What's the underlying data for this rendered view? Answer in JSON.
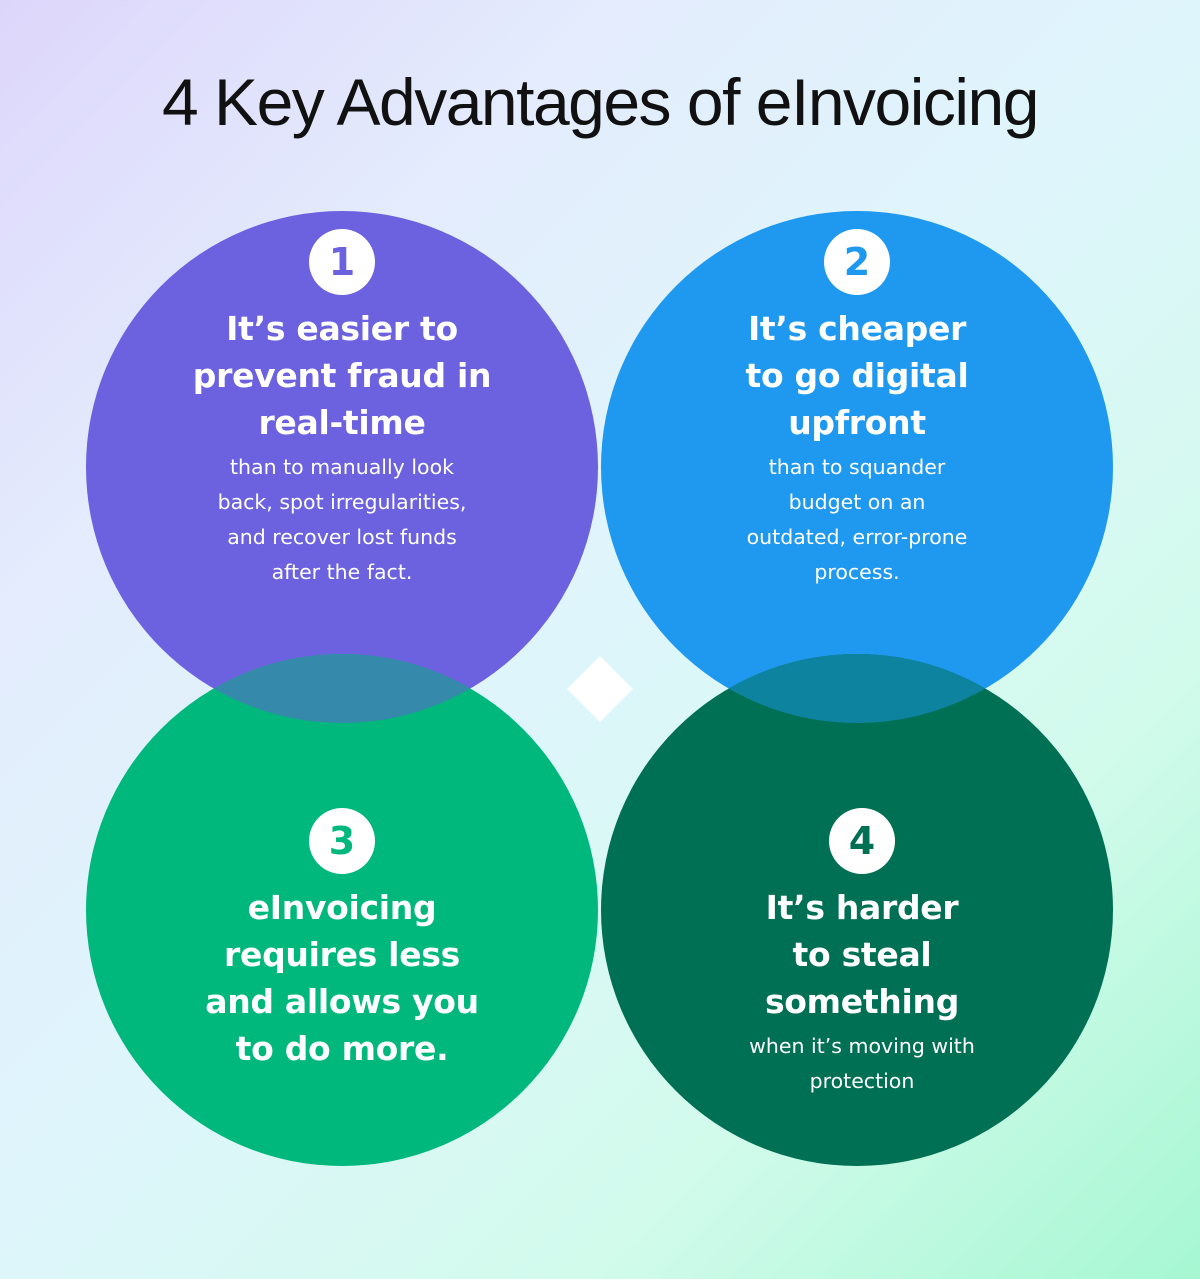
{
  "title": "4 Key Advantages of eInvoicing",
  "colors": {
    "circle_1": "#6c61df",
    "circle_2": "#1f98ef",
    "circle_3": "#00b87b",
    "circle_4": "#007054",
    "overlap_1_2": "#4479e4",
    "overlap_1_3": "#358aab",
    "overlap_2_4": "#0e83a0",
    "overlap_3_4": "#009263",
    "center_diamond": "#ffffff",
    "title_text": "#111111"
  },
  "advantages": [
    {
      "number": "1",
      "headline": [
        "It’s easier to",
        "prevent fraud in",
        "real-time"
      ],
      "body": [
        "than to manually look",
        "back, spot irregularities,",
        "and recover lost funds",
        "after the fact."
      ]
    },
    {
      "number": "2",
      "headline": [
        "It’s cheaper",
        "to go digital",
        "upfront"
      ],
      "body": [
        "than to squander",
        "budget on an",
        "outdated, error-prone",
        "process."
      ]
    },
    {
      "number": "3",
      "headline": [
        "eInvoicing",
        "requires less",
        "and allows you",
        "to do more."
      ],
      "body": []
    },
    {
      "number": "4",
      "headline": [
        "It’s harder",
        "to steal",
        "something"
      ],
      "body": [
        "when it’s moving with",
        "protection"
      ]
    }
  ]
}
